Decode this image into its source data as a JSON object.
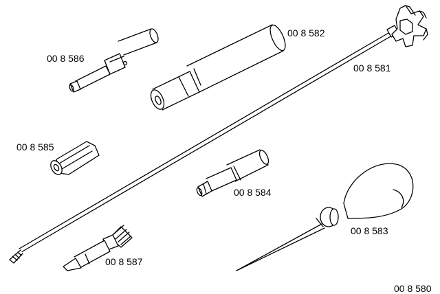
{
  "labels": {
    "p586": "00 8 586",
    "p582": "00 8 582",
    "p581": "00 8 581",
    "p585": "00 8 585",
    "p584": "00 8 584",
    "p583": "00 8 583",
    "p587": "00 8 587",
    "p580": "00 8 580"
  },
  "colors": {
    "stroke": "#000000",
    "fill": "#ffffff",
    "shade": "#e0e0e0"
  }
}
